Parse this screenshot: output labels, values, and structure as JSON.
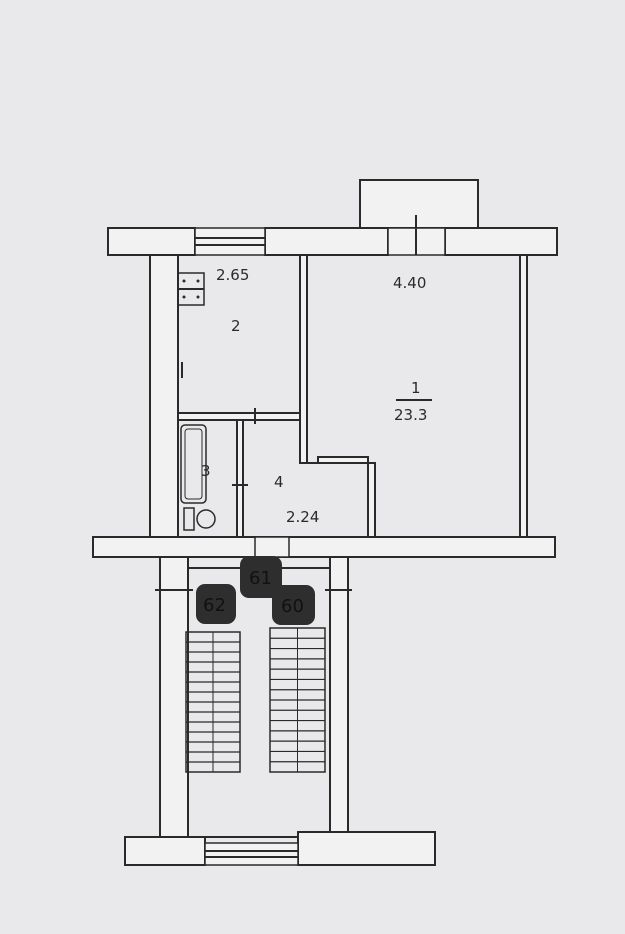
{
  "plan": {
    "rooms": [
      {
        "number": "1",
        "area": "23.3",
        "width": "4.40"
      },
      {
        "number": "2",
        "width": "2.65"
      },
      {
        "number": "3"
      },
      {
        "number": "4",
        "area": "2.24"
      }
    ],
    "apartment_markers": [
      "62",
      "61",
      "60"
    ],
    "colors": {
      "background": "#e9e9eb",
      "line": "#2a2a2a",
      "marker": "#2e2e2e"
    }
  }
}
